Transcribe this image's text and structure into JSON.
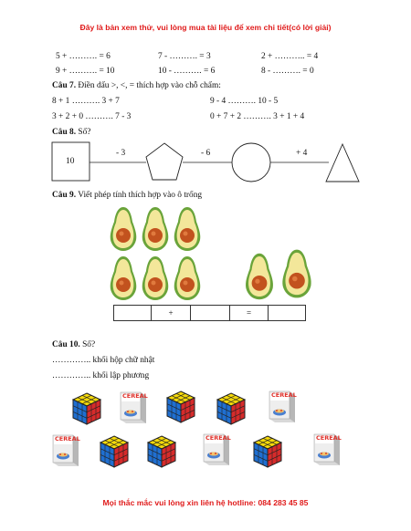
{
  "header_banner": "Đây là bản xem thử, vui lòng mua tài liệu để xem chi tiết(có lời giải)",
  "footer_banner": "Mọi thắc mắc vui lòng xin liên hệ hotline: 084 283 45 85",
  "fill_rows": [
    [
      "5 + ………. = 6",
      "7 - ………. = 3",
      "2 + ……….. = 4"
    ],
    [
      "9 + ………. = 10",
      "10 - ………. = 6",
      "8 - ………. = 0"
    ]
  ],
  "q7": {
    "label": "Câu 7.",
    "text": "Điền dấu >, <, = thích hợp vào chỗ chấm:",
    "rows": [
      [
        "8 + 1 ………. 3 + 7",
        "9 - 4 ………. 10 - 5"
      ],
      [
        "3 + 2 + 0 ………. 7 - 3",
        "0 + 7 + 2 ………. 3 + 1 + 4"
      ]
    ]
  },
  "q8": {
    "label": "Câu 8.",
    "text": "Số?",
    "start": "10",
    "ops": [
      "- 3",
      "- 6",
      "+ 4"
    ]
  },
  "q9": {
    "label": "Câu 9.",
    "text": "Viết phép tính thích hợp vào ô trống",
    "cells": [
      "",
      "+",
      "",
      "=",
      ""
    ]
  },
  "q10": {
    "label": "Câu 10.",
    "text": "Số?",
    "lines": [
      "………….. khối hộp chữ nhật",
      "………….. khối lập phương"
    ],
    "box_word": "CEREAL"
  }
}
